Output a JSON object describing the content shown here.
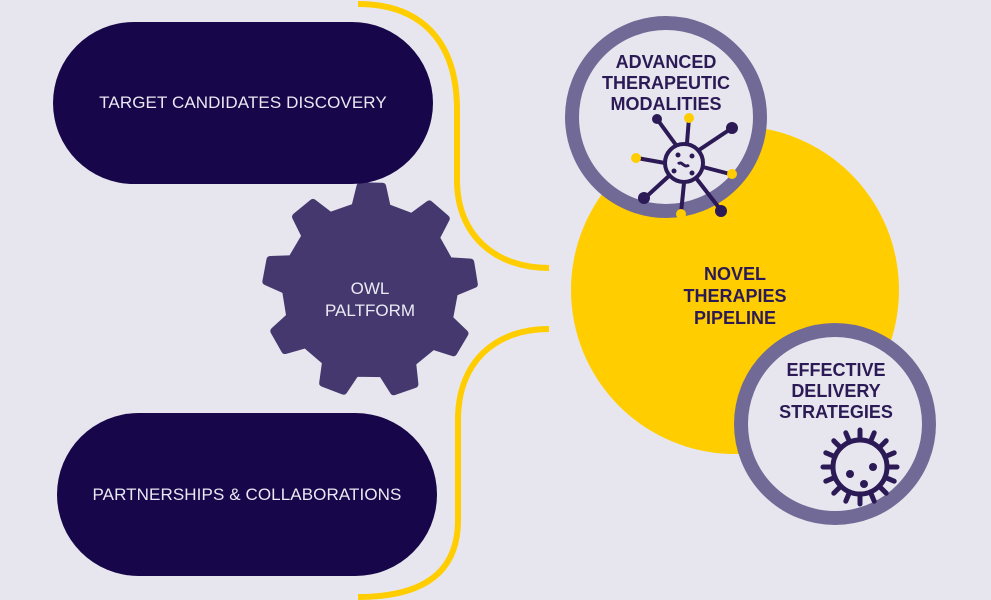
{
  "diagram": {
    "title": "Owl Platform overview",
    "inputs": [
      {
        "label": "TARGET CANDIDATES DISCOVERY"
      },
      {
        "label": "PARTNERSHIPS & COLLABORATIONS"
      }
    ],
    "hub": {
      "label_line1": "OWL",
      "label_line2": "PALTFORM",
      "icon": "gear-icon"
    },
    "output": {
      "label_line1": "NOVEL",
      "label_line2": "THERAPIES",
      "label_line3": "PIPELINE"
    },
    "satellites": [
      {
        "label_line1": "ADVANCED",
        "label_line2": "THERAPEUTIC",
        "label_line3": "MODALITIES",
        "icon": "molecule-icon"
      },
      {
        "label_line1": "EFFECTIVE",
        "label_line2": "DELIVERY",
        "label_line3": "STRATEGIES",
        "icon": "virus-icon"
      }
    ],
    "colors": {
      "background": "#e7e6ee",
      "pill": "#17064a",
      "gear": "#45386e",
      "yellow": "#ffcd00",
      "ring": "#716a96",
      "text_dark": "#2b1a55"
    }
  }
}
